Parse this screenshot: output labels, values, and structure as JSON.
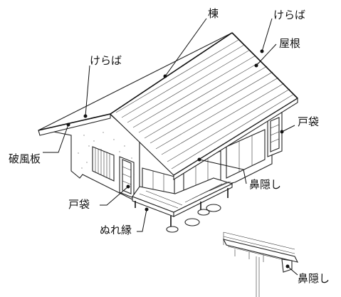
{
  "labels": {
    "ridge": "棟",
    "kerabaTopRight": "けらば",
    "roof": "屋根",
    "kerabaLeft": "けらば",
    "tobukuroRight": "戸袋",
    "hafuIta": "破風板",
    "hanakakushiMain": "鼻隠し",
    "tobukuroLeft": "戸袋",
    "nureEn": "ぬれ縁",
    "hanakakushiDetail": "鼻隠し"
  },
  "colors": {
    "line": "#111111",
    "background": "#ffffff"
  }
}
